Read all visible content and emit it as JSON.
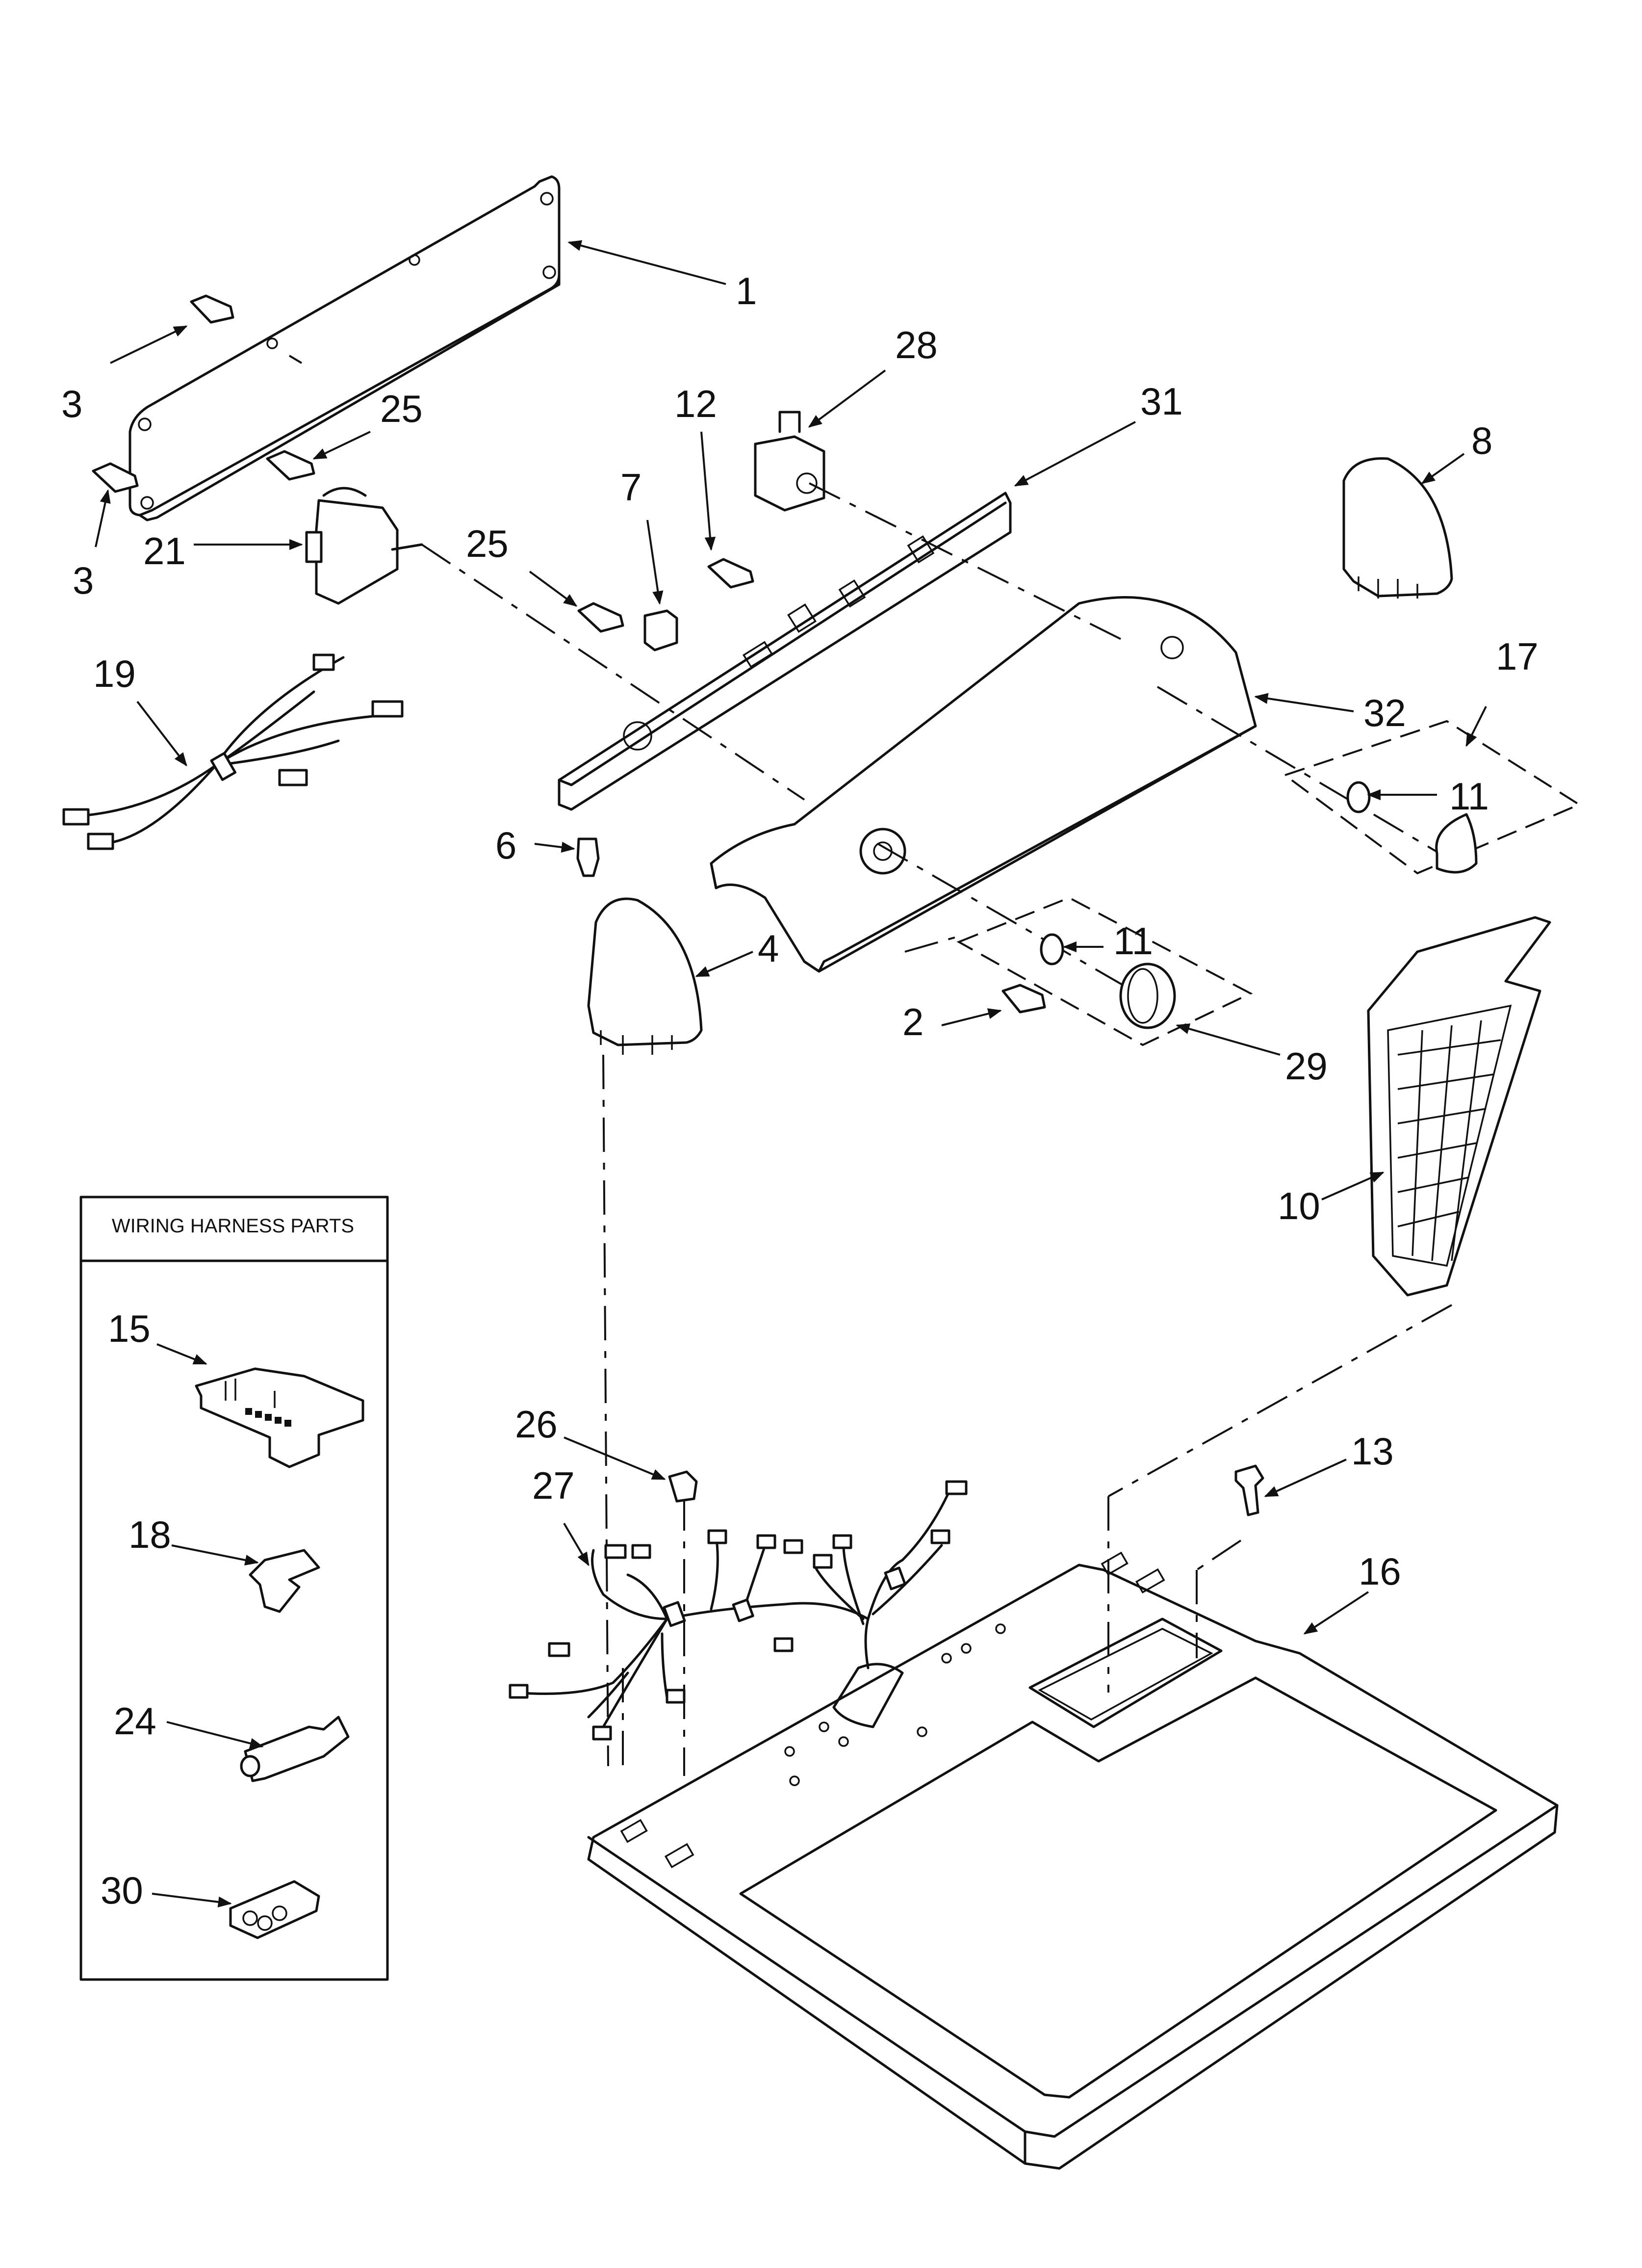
{
  "legend": {
    "title": "WIRING HARNESS PARTS"
  },
  "callouts": {
    "c1": "1",
    "c3a": "3",
    "c3b": "3",
    "c25a": "25",
    "c25b": "25",
    "c21": "21",
    "c7": "7",
    "c12": "12",
    "c28": "28",
    "c31": "31",
    "c8": "8",
    "c17": "17",
    "c11a": "11",
    "c32": "32",
    "c19": "19",
    "c6": "6",
    "c4": "4",
    "c11b": "11",
    "c2": "2",
    "c29": "29",
    "c10": "10",
    "c15": "15",
    "c18": "18",
    "c24": "24",
    "c30": "30",
    "c26": "26",
    "c27": "27",
    "c13": "13",
    "c16": "16"
  }
}
